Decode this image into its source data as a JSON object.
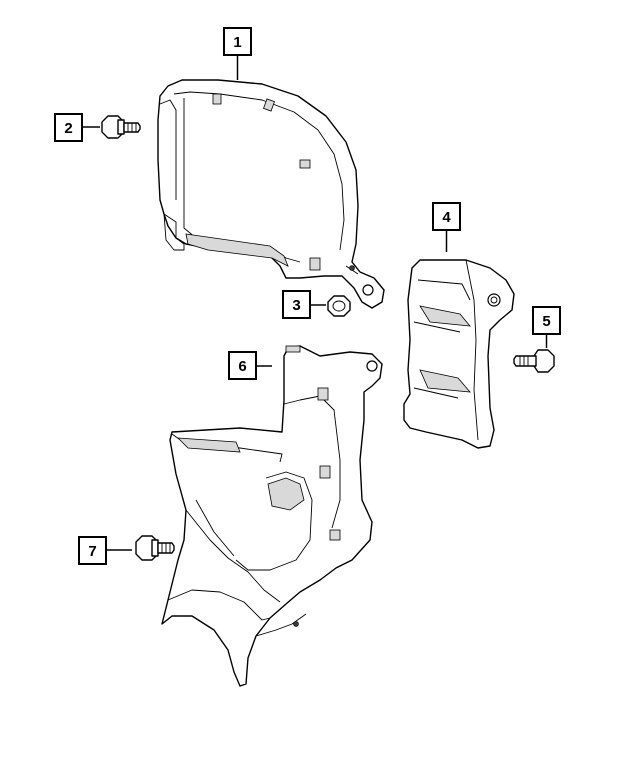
{
  "diagram": {
    "callouts": [
      {
        "label": "1"
      },
      {
        "label": "2"
      },
      {
        "label": "3"
      },
      {
        "label": "4"
      },
      {
        "label": "5"
      },
      {
        "label": "6"
      },
      {
        "label": "7"
      }
    ]
  }
}
